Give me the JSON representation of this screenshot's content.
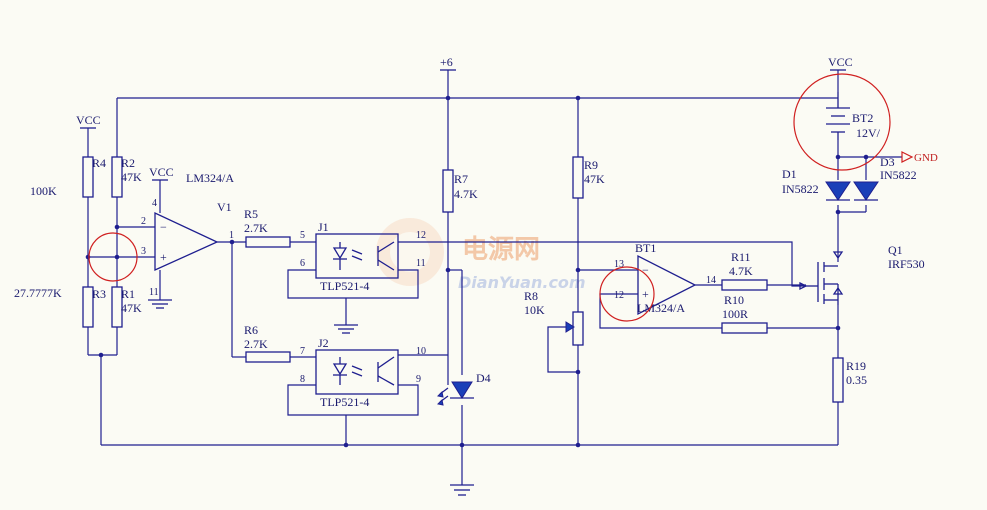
{
  "watermark": {
    "cn": "电源网",
    "url": "DianYuan.com"
  },
  "supplies": {
    "vcc_left": "VCC",
    "vcc_opamp": "VCC",
    "plus6": "+6",
    "vcc_right": "VCC",
    "gnd": "GND"
  },
  "resistors": {
    "r4": {
      "ref": "R4",
      "value": "100K"
    },
    "r2": {
      "ref": "R2",
      "value": "47K"
    },
    "r3": {
      "ref": "R3",
      "value": "27.7777K"
    },
    "r1": {
      "ref": "R1",
      "value": "47K"
    },
    "r5": {
      "ref": "R5",
      "value": "2.7K"
    },
    "r6": {
      "ref": "R6",
      "value": "2.7K"
    },
    "r7": {
      "ref": "R7",
      "value": "4.7K"
    },
    "r9": {
      "ref": "R9",
      "value": "47K"
    },
    "r8": {
      "ref": "R8",
      "value": "10K"
    },
    "r11": {
      "ref": "R11",
      "value": "4.7K"
    },
    "r10": {
      "ref": "R10",
      "value": "100R"
    },
    "r19": {
      "ref": "R19",
      "value": "0.35"
    }
  },
  "u1": {
    "part": "LM324/A",
    "ref": "V1",
    "pins": {
      "inv": "2",
      "noninv": "3",
      "out": "1",
      "vcc": "4",
      "gnd": "11"
    }
  },
  "j1": {
    "ref": "J1",
    "part": "TLP521-4",
    "pins": {
      "p5": "5",
      "p6": "6",
      "p12": "12",
      "p11": "11"
    }
  },
  "j2": {
    "ref": "J2",
    "part": "TLP521-4",
    "pins": {
      "p7": "7",
      "p8": "8",
      "p10": "10",
      "p9": "9"
    }
  },
  "d4": {
    "ref": "D4"
  },
  "u2": {
    "ref": "BT1",
    "part": "LM324/A",
    "pins": {
      "p13": "13",
      "p12": "12",
      "p14": "14"
    }
  },
  "bt2": {
    "ref": "BT2",
    "value": "12V/"
  },
  "d1": {
    "ref": "D1",
    "part": "IN5822"
  },
  "d3": {
    "ref": "D3",
    "part": "IN5822"
  },
  "q1": {
    "ref": "Q1",
    "part": "IRF530"
  }
}
